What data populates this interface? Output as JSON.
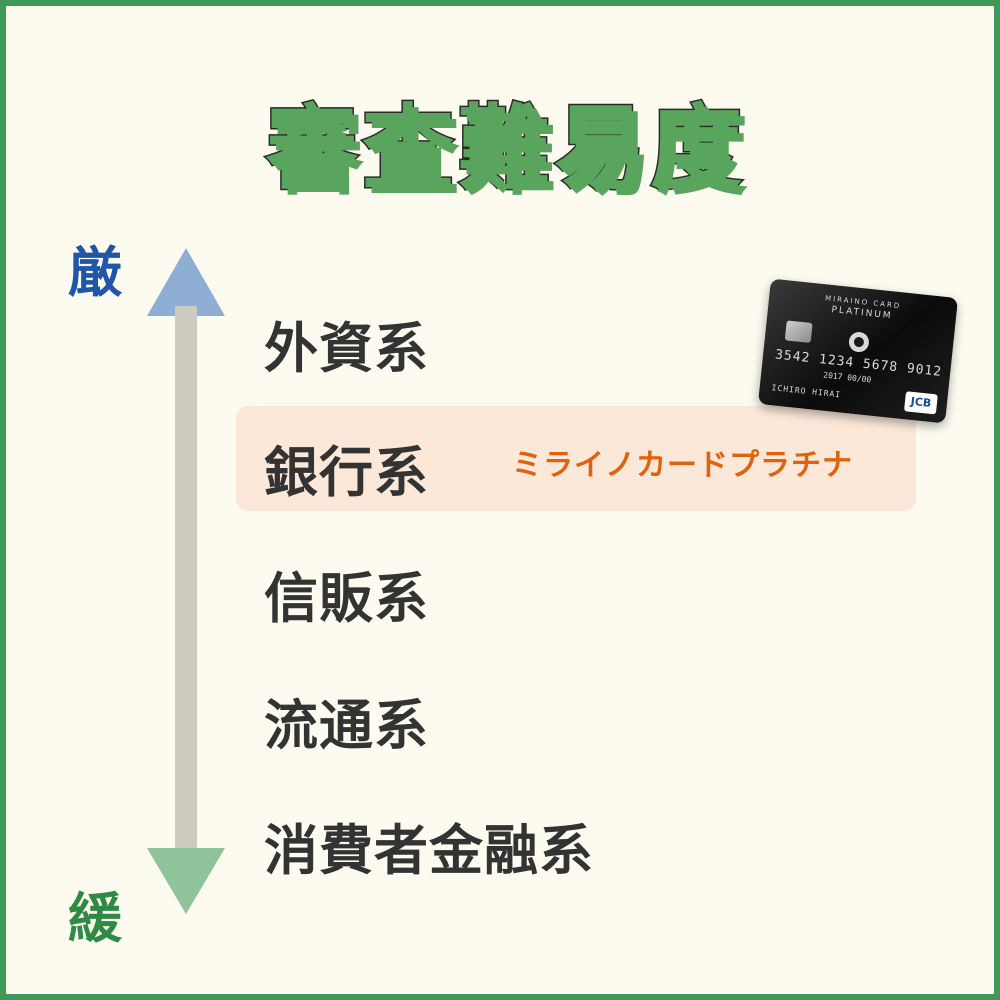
{
  "title": "審査難易度",
  "axis": {
    "top_label": "厳",
    "bottom_label": "緩"
  },
  "categories": [
    "外資系",
    "銀行系",
    "信販系",
    "流通系",
    "消費者金融系"
  ],
  "highlighted_category": "銀行系",
  "card_name": "ミライノカードプラチナ",
  "card": {
    "brand": "MIRAINO CARD",
    "tier": "PLATINUM",
    "number": "3542 1234 5678 9012",
    "valid": "2017   00/00",
    "holder": "ICHIRO HIRAI",
    "network": "JCB"
  },
  "colors": {
    "background": "#fdfbf0",
    "border": "#3f9a5a",
    "title": "#5aa55e",
    "strict": "#1f56a8",
    "lenient": "#2e8a45",
    "highlight": "#fbe8d8",
    "card_name": "#e0620f"
  }
}
